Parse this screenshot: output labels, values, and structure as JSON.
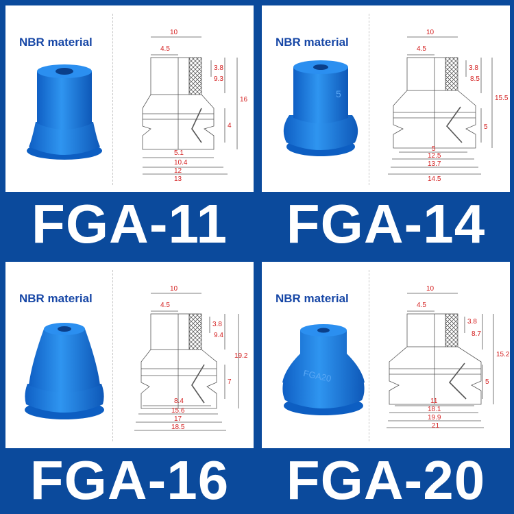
{
  "products": [
    {
      "model": "FGA-11",
      "material": "NBR material",
      "body_mark": "",
      "dims": {
        "top_w": "10",
        "top_inner": "4.5",
        "wall": "3.8",
        "v1": "9.3",
        "v_total": "16",
        "v2": "4",
        "w1": "5.1",
        "w2": "10.4",
        "w3": "12",
        "w4": "13"
      }
    },
    {
      "model": "FGA-14",
      "material": "NBR material",
      "body_mark": "5",
      "dims": {
        "top_w": "10",
        "top_inner": "4.5",
        "wall": "3.8",
        "v1": "8.5",
        "v_total": "15.5",
        "v2": "5",
        "w1": "5",
        "w2": "12.5",
        "w3": "13.7",
        "w4": "14.5"
      }
    },
    {
      "model": "FGA-16",
      "material": "NBR material",
      "body_mark": "",
      "dims": {
        "top_w": "10",
        "top_inner": "4.5",
        "wall": "3.8",
        "v1": "9.4",
        "v_total": "19.2",
        "v2": "7",
        "w1": "8.4",
        "w2": "15.6",
        "w3": "17",
        "w4": "18.5"
      }
    },
    {
      "model": "FGA-20",
      "material": "NBR material",
      "body_mark": "FGA20",
      "dims": {
        "top_w": "10",
        "top_inner": "4.5",
        "wall": "3.8",
        "v1": "8.7",
        "v_total": "15.2",
        "v2": "5",
        "w1": "11",
        "w2": "18.1",
        "w3": "19.9",
        "w4": "21"
      }
    }
  ],
  "colors": {
    "banner": "#0b4a9c",
    "material_text": "#1747a6",
    "cup_blue": "#1a7be0",
    "dimension_red": "#d42020",
    "line": "#555555"
  }
}
